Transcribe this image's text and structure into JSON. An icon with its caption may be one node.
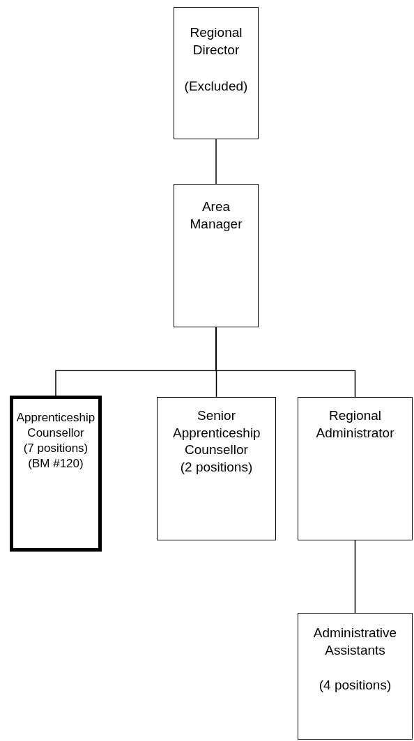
{
  "diagram": {
    "nodes": [
      {
        "text": [
          "Regional Director",
          "(Excluded)"
        ]
      },
      {
        "text": [
          "Area Manager"
        ]
      },
      {
        "text": [
          "Apprenticeship Counsellor",
          "(7 positions)",
          "(BM #120)"
        ]
      },
      {
        "text": [
          "Senior Apprenticeship Counsellor",
          "(2 positions)"
        ]
      },
      {
        "text": [
          "Regional Administrator"
        ]
      },
      {
        "text": [
          "Administrative Assistants",
          "(4 positions)"
        ]
      }
    ],
    "edges": [
      {
        "from": 0,
        "to": 1,
        "arrow": "none"
      },
      {
        "from": 1,
        "to": 2,
        "arrow": "none"
      },
      {
        "from": 1,
        "to": 3,
        "arrow": "none"
      },
      {
        "from": 1,
        "to": 4,
        "arrow": "none"
      },
      {
        "from": 4,
        "to": 5,
        "arrow": "none"
      }
    ]
  }
}
